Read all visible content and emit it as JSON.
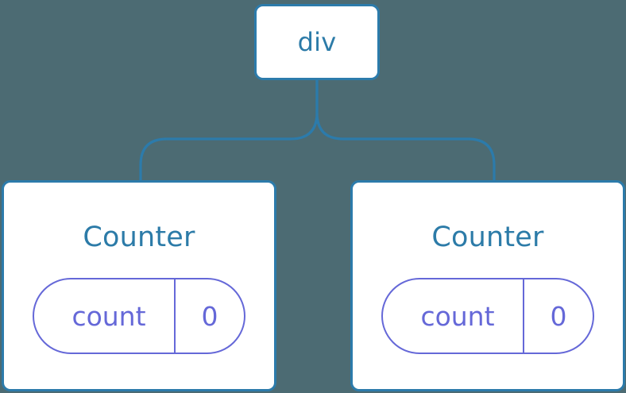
{
  "diagram": {
    "type": "component-tree",
    "background_color": "#4c6b73",
    "node_border_color": "#2c7bab",
    "node_fill_color": "#ffffff",
    "title_color": "#2c7ba8",
    "state_color": "#6568d8",
    "connector_color": "#2c7bab",
    "root": {
      "label": "div"
    },
    "children": [
      {
        "label": "Counter",
        "state": {
          "key": "count",
          "value": "0"
        }
      },
      {
        "label": "Counter",
        "state": {
          "key": "count",
          "value": "0"
        }
      }
    ]
  }
}
